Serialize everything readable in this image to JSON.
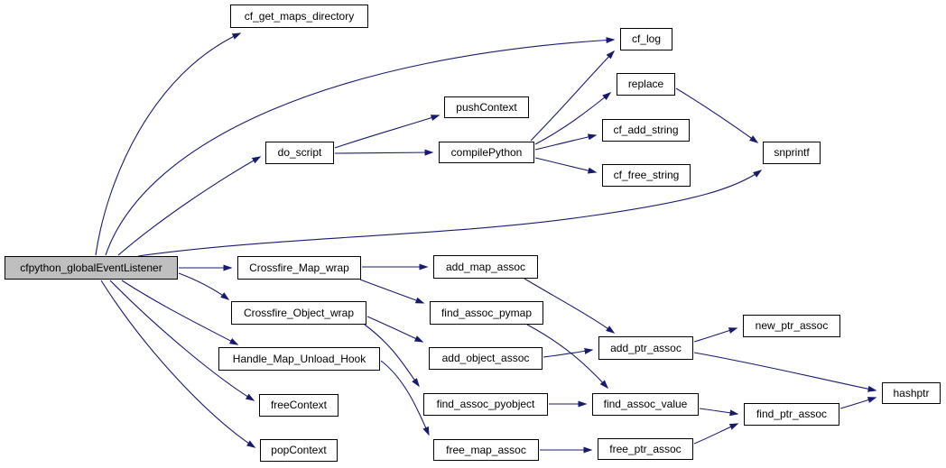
{
  "graph": {
    "type": "call-graph",
    "colors": {
      "edge": "#191970",
      "node_border": "#000000",
      "node_fill": "#ffffff",
      "highlight_fill": "#bfbfbf"
    },
    "nodes": [
      {
        "id": "cfpython_globalEventListener",
        "label": "cfpython_globalEventListener",
        "highlighted": true
      },
      {
        "id": "cf_get_maps_directory",
        "label": "cf_get_maps_directory",
        "highlighted": false
      },
      {
        "id": "cf_log",
        "label": "cf_log",
        "highlighted": false
      },
      {
        "id": "replace",
        "label": "replace",
        "highlighted": false
      },
      {
        "id": "pushContext",
        "label": "pushContext",
        "highlighted": false
      },
      {
        "id": "do_script",
        "label": "do_script",
        "highlighted": false
      },
      {
        "id": "compilePython",
        "label": "compilePython",
        "highlighted": false
      },
      {
        "id": "cf_add_string",
        "label": "cf_add_string",
        "highlighted": false
      },
      {
        "id": "snprintf",
        "label": "snprintf",
        "highlighted": false
      },
      {
        "id": "cf_free_string",
        "label": "cf_free_string",
        "highlighted": false
      },
      {
        "id": "Crossfire_Map_wrap",
        "label": "Crossfire_Map_wrap",
        "highlighted": false
      },
      {
        "id": "add_map_assoc",
        "label": "add_map_assoc",
        "highlighted": false
      },
      {
        "id": "Crossfire_Object_wrap",
        "label": "Crossfire_Object_wrap",
        "highlighted": false
      },
      {
        "id": "find_assoc_pymap",
        "label": "find_assoc_pymap",
        "highlighted": false
      },
      {
        "id": "add_ptr_assoc",
        "label": "add_ptr_assoc",
        "highlighted": false
      },
      {
        "id": "new_ptr_assoc",
        "label": "new_ptr_assoc",
        "highlighted": false
      },
      {
        "id": "Handle_Map_Unload_Hook",
        "label": "Handle_Map_Unload_Hook",
        "highlighted": false
      },
      {
        "id": "add_object_assoc",
        "label": "add_object_assoc",
        "highlighted": false
      },
      {
        "id": "freeContext",
        "label": "freeContext",
        "highlighted": false
      },
      {
        "id": "find_assoc_pyobject",
        "label": "find_assoc_pyobject",
        "highlighted": false
      },
      {
        "id": "find_assoc_value",
        "label": "find_assoc_value",
        "highlighted": false
      },
      {
        "id": "find_ptr_assoc",
        "label": "find_ptr_assoc",
        "highlighted": false
      },
      {
        "id": "hashptr",
        "label": "hashptr",
        "highlighted": false
      },
      {
        "id": "popContext",
        "label": "popContext",
        "highlighted": false
      },
      {
        "id": "free_map_assoc",
        "label": "free_map_assoc",
        "highlighted": false
      },
      {
        "id": "free_ptr_assoc",
        "label": "free_ptr_assoc",
        "highlighted": false
      }
    ],
    "edges": [
      {
        "from": "cfpython_globalEventListener",
        "to": "cf_get_maps_directory"
      },
      {
        "from": "cfpython_globalEventListener",
        "to": "cf_log"
      },
      {
        "from": "cfpython_globalEventListener",
        "to": "do_script"
      },
      {
        "from": "cfpython_globalEventListener",
        "to": "snprintf"
      },
      {
        "from": "cfpython_globalEventListener",
        "to": "Crossfire_Map_wrap"
      },
      {
        "from": "cfpython_globalEventListener",
        "to": "Crossfire_Object_wrap"
      },
      {
        "from": "cfpython_globalEventListener",
        "to": "Handle_Map_Unload_Hook"
      },
      {
        "from": "cfpython_globalEventListener",
        "to": "freeContext"
      },
      {
        "from": "cfpython_globalEventListener",
        "to": "popContext"
      },
      {
        "from": "do_script",
        "to": "pushContext"
      },
      {
        "from": "do_script",
        "to": "compilePython"
      },
      {
        "from": "compilePython",
        "to": "cf_log"
      },
      {
        "from": "compilePython",
        "to": "replace"
      },
      {
        "from": "compilePython",
        "to": "cf_add_string"
      },
      {
        "from": "compilePython",
        "to": "cf_free_string"
      },
      {
        "from": "replace",
        "to": "snprintf"
      },
      {
        "from": "Crossfire_Map_wrap",
        "to": "add_map_assoc"
      },
      {
        "from": "Crossfire_Map_wrap",
        "to": "find_assoc_pymap"
      },
      {
        "from": "Crossfire_Object_wrap",
        "to": "add_object_assoc"
      },
      {
        "from": "Crossfire_Object_wrap",
        "to": "find_assoc_pyobject"
      },
      {
        "from": "Handle_Map_Unload_Hook",
        "to": "free_map_assoc"
      },
      {
        "from": "add_map_assoc",
        "to": "add_ptr_assoc"
      },
      {
        "from": "find_assoc_pymap",
        "to": "find_assoc_value"
      },
      {
        "from": "add_object_assoc",
        "to": "add_ptr_assoc"
      },
      {
        "from": "add_ptr_assoc",
        "to": "new_ptr_assoc"
      },
      {
        "from": "add_ptr_assoc",
        "to": "hashptr"
      },
      {
        "from": "find_assoc_pyobject",
        "to": "find_assoc_value"
      },
      {
        "from": "find_assoc_value",
        "to": "find_ptr_assoc"
      },
      {
        "from": "free_map_assoc",
        "to": "free_ptr_assoc"
      },
      {
        "from": "free_ptr_assoc",
        "to": "find_ptr_assoc"
      },
      {
        "from": "find_ptr_assoc",
        "to": "hashptr"
      }
    ]
  }
}
